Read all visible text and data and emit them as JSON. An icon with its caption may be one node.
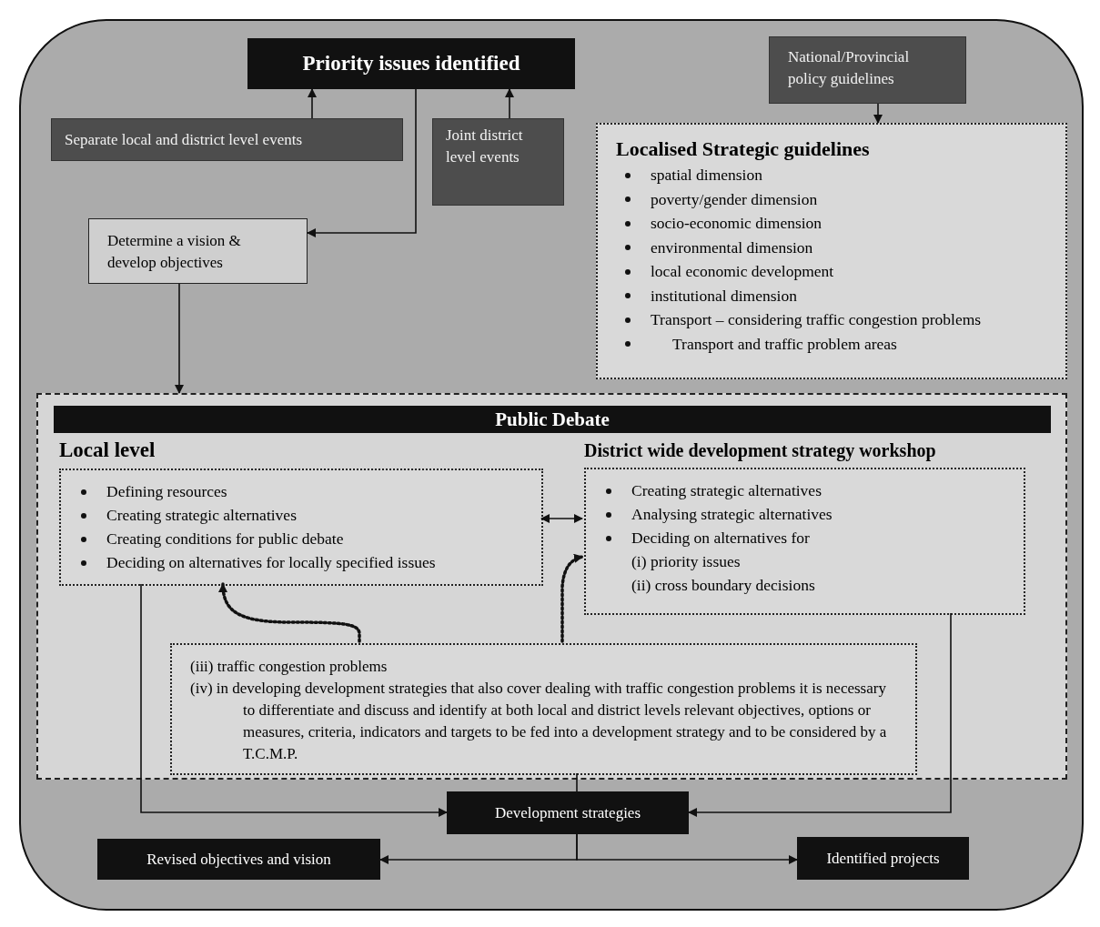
{
  "diagram": {
    "nodes": [
      {
        "text": [
          "Priority issues identified"
        ]
      },
      {
        "text": [
          "Separate local and district level events"
        ]
      },
      {
        "text": [
          "Joint district level events"
        ]
      },
      {
        "text": [
          "National/Provincial policy guidelines"
        ]
      },
      {
        "text": [
          "Localised Strategic guidelines",
          "spatial dimension",
          "poverty/gender dimension",
          "socio-economic dimension",
          "environmental dimension",
          "local economic development",
          "institutional dimension",
          "Transport – considering traffic congestion problems",
          "Transport and traffic problem areas"
        ]
      },
      {
        "text": [
          "Determine a vision & develop objectives"
        ]
      },
      {
        "text": [],
        "shape": "box"
      },
      {
        "text": [
          "Public Debate"
        ],
        "in": 6
      },
      {
        "text": [
          "Local level",
          "Defining resources",
          "Creating strategic alternatives",
          "Creating conditions for public debate",
          "Deciding on alternatives for locally specified issues"
        ],
        "in": 6
      },
      {
        "text": [
          "District wide development strategy workshop",
          "Creating strategic alternatives",
          "Analysing strategic alternatives",
          "Deciding on alternatives for",
          "(i) priority issues",
          "(ii) cross boundary decisions"
        ],
        "in": 6
      },
      {
        "text": [
          "(iii) traffic congestion problems",
          "(iv) in developing development strategies that also cover dealing with traffic congestion problems it is necessary to differentiate and discuss and identify at both local and district levels relevant objectives, options or measures, criteria, indicators and targets to be fed into a development strategy and to be considered by a T.C.M.P."
        ],
        "in": 6
      },
      {
        "text": [
          "Development strategies"
        ]
      },
      {
        "text": [
          "Revised objectives and vision"
        ]
      },
      {
        "text": [
          "Identified projects"
        ]
      }
    ],
    "edges": [
      {
        "from": 1,
        "to": 0,
        "arrow": "to"
      },
      {
        "from": 2,
        "to": 0,
        "arrow": "to"
      },
      {
        "from": 0,
        "to": 5,
        "arrow": "to"
      },
      {
        "from": 3,
        "to": 4,
        "arrow": "to"
      },
      {
        "from": 5,
        "to": 6,
        "arrow": "to"
      },
      {
        "from": 8,
        "to": 9,
        "arrow": "both"
      },
      {
        "from": 10,
        "to": 8,
        "arrow": "to",
        "style": "dashed"
      },
      {
        "from": 10,
        "to": 9,
        "arrow": "to",
        "style": "dashed"
      },
      {
        "from": 8,
        "to": 11,
        "arrow": "to"
      },
      {
        "from": 9,
        "to": 11,
        "arrow": "to"
      },
      {
        "from": 10,
        "to": 11,
        "arrow": "none"
      },
      {
        "from": 11,
        "to": 12,
        "arrow": "to"
      },
      {
        "from": 11,
        "to": 13,
        "arrow": "to"
      }
    ]
  }
}
